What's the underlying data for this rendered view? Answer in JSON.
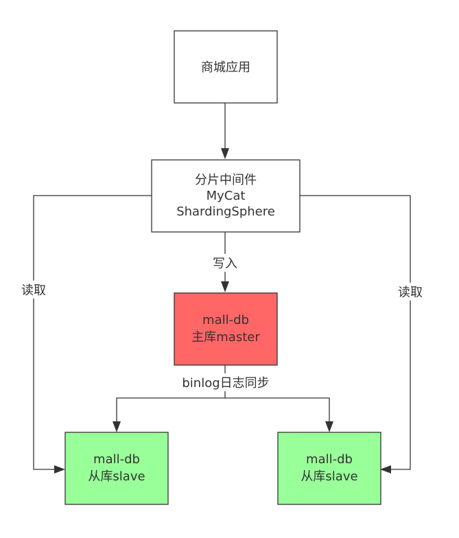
{
  "colors": {
    "stroke": "#333333",
    "text": "#333333",
    "default_fill": "#ffffff",
    "master_fill": "#ff6666",
    "slave_fill": "#99ff99"
  },
  "nodes": {
    "app": {
      "lines": [
        "商城应用"
      ]
    },
    "middleware": {
      "lines": [
        "分片中间件",
        "MyCat",
        "ShardingSphere"
      ]
    },
    "master": {
      "lines": [
        "mall-db",
        "主库master"
      ]
    },
    "slave_left": {
      "lines": [
        "mall-db",
        "从库slave"
      ]
    },
    "slave_right": {
      "lines": [
        "mall-db",
        "从库slave"
      ]
    }
  },
  "edge_labels": {
    "write": "写入",
    "sync": "binlog日志同步",
    "read_left": "读取",
    "read_right": "读取"
  }
}
